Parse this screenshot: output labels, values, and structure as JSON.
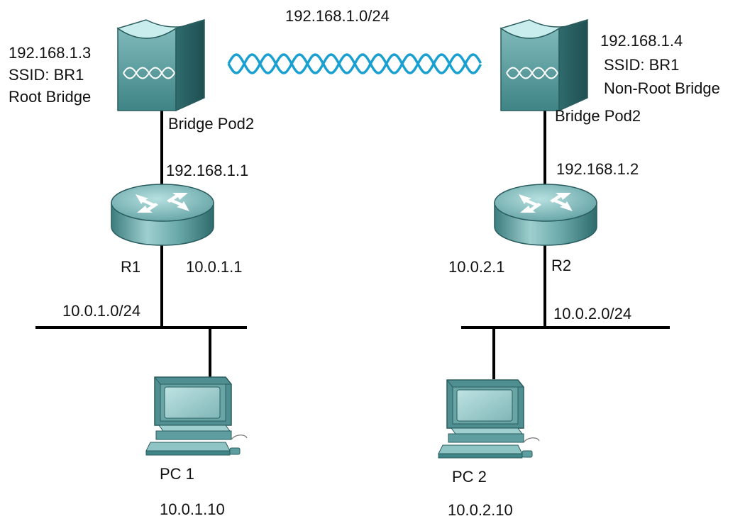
{
  "wireless_link": {
    "subnet_label": "192.168.1.0/24",
    "color": "#1aa0d0"
  },
  "left": {
    "bridge": {
      "ip": "192.168.1.3",
      "ssid": "SSID: BR1",
      "role": "Root Bridge",
      "name": "Bridge Pod2"
    },
    "router": {
      "name": "R1",
      "wan_ip": "192.168.1.1",
      "lan_ip": "10.0.1.1"
    },
    "lan": {
      "subnet_label": "10.0.1.0/24"
    },
    "pc": {
      "name": "PC 1",
      "ip": "10.0.1.10"
    }
  },
  "right": {
    "bridge": {
      "ip": "192.168.1.4",
      "ssid": "SSID: BR1",
      "role": "Non-Root Bridge",
      "name": "Bridge Pod2"
    },
    "router": {
      "name": "R2",
      "wan_ip": "192.168.1.2",
      "lan_ip": "10.0.2.1"
    },
    "lan": {
      "subnet_label": "10.0.2.0/24"
    },
    "pc": {
      "name": "PC 2",
      "ip": "10.0.2.10"
    }
  },
  "colors": {
    "device_body": "#5e9ea0",
    "device_dark": "#2f6f72",
    "device_light": "#a8d4d4",
    "line": "#000000"
  }
}
